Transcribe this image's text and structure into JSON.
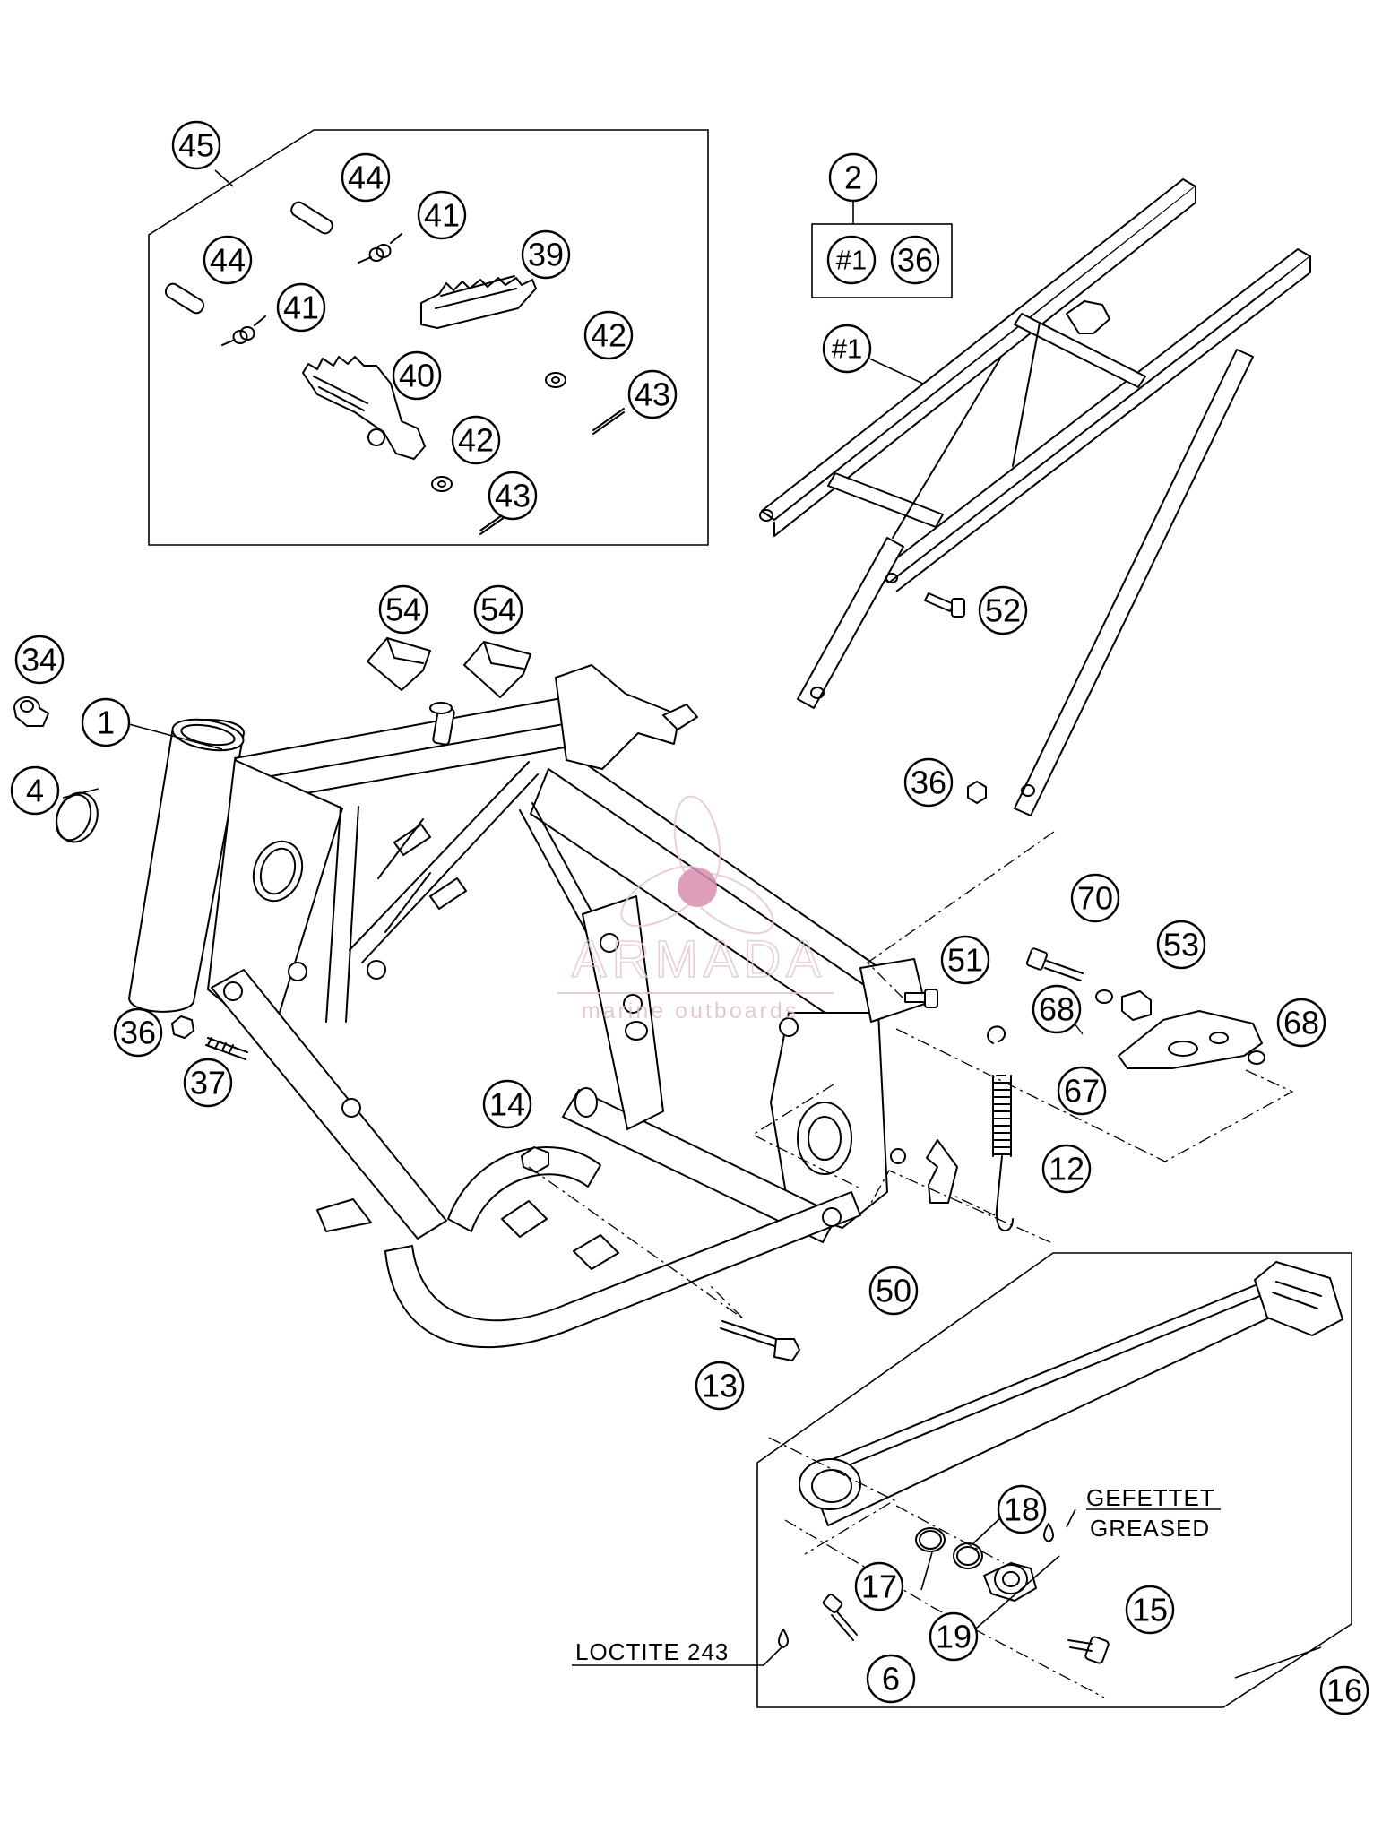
{
  "callouts": [
    {
      "label": "45"
    },
    {
      "label": "44"
    },
    {
      "label": "41"
    },
    {
      "label": "39"
    },
    {
      "label": "44"
    },
    {
      "label": "41"
    },
    {
      "label": "42"
    },
    {
      "label": "40"
    },
    {
      "label": "43"
    },
    {
      "label": "42"
    },
    {
      "label": "43"
    },
    {
      "label": "2"
    },
    {
      "label": "#1"
    },
    {
      "label": "36"
    },
    {
      "label": "#1"
    },
    {
      "label": "52"
    },
    {
      "label": "54"
    },
    {
      "label": "54"
    },
    {
      "label": "34"
    },
    {
      "label": "1"
    },
    {
      "label": "4"
    },
    {
      "label": "36"
    },
    {
      "label": "70"
    },
    {
      "label": "53"
    },
    {
      "label": "51"
    },
    {
      "label": "68"
    },
    {
      "label": "68"
    },
    {
      "label": "67"
    },
    {
      "label": "36"
    },
    {
      "label": "37"
    },
    {
      "label": "14"
    },
    {
      "label": "12"
    },
    {
      "label": "50"
    },
    {
      "label": "13"
    },
    {
      "label": "18"
    },
    {
      "label": "17"
    },
    {
      "label": "19"
    },
    {
      "label": "15"
    },
    {
      "label": "6"
    },
    {
      "label": "16"
    }
  ],
  "notes": {
    "greased_de": "GEFETTET",
    "greased_en": "GREASED",
    "loctite": "LOCTITE 243"
  },
  "watermark": {
    "brand": "ARMADA",
    "tagline": "marine outboards",
    "color": "#d98fae"
  }
}
